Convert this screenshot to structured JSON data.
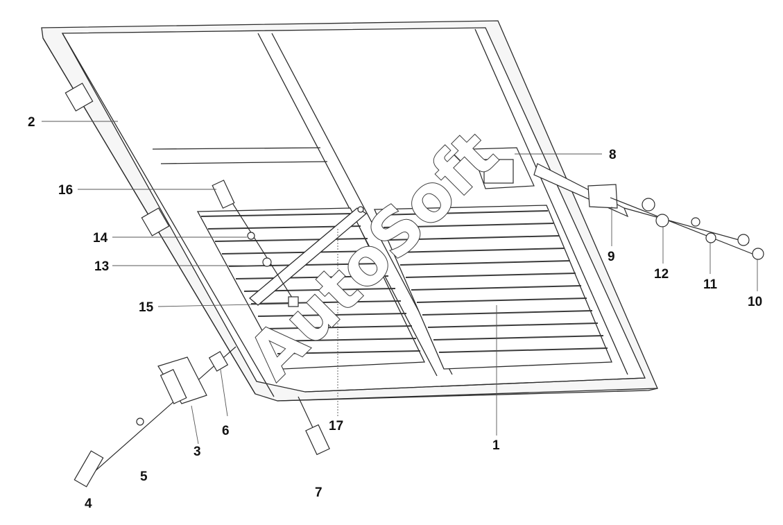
{
  "diagram": {
    "callouts": [
      {
        "id": "c1",
        "text": "1"
      },
      {
        "id": "c2",
        "text": "2"
      },
      {
        "id": "c3",
        "text": "3"
      },
      {
        "id": "c4",
        "text": "4"
      },
      {
        "id": "c5",
        "text": "5"
      },
      {
        "id": "c6",
        "text": "6"
      },
      {
        "id": "c7",
        "text": "7"
      },
      {
        "id": "c8",
        "text": "8"
      },
      {
        "id": "c9",
        "text": "9"
      },
      {
        "id": "c10",
        "text": "10"
      },
      {
        "id": "c11",
        "text": "11"
      },
      {
        "id": "c12",
        "text": "12"
      },
      {
        "id": "c13",
        "text": "13"
      },
      {
        "id": "c14",
        "text": "14"
      },
      {
        "id": "c15",
        "text": "15"
      },
      {
        "id": "c16",
        "text": "16"
      },
      {
        "id": "c17",
        "text": "17"
      }
    ],
    "watermark": "AutoSoft",
    "colors": {
      "line": "#2b2b2b",
      "panel": "#f4f4f4",
      "frame": "#ffffff",
      "slat": "#3a3a3a"
    }
  }
}
